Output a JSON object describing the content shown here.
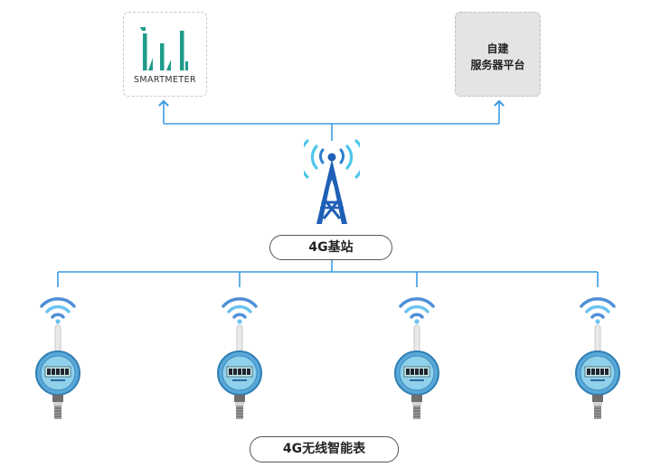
{
  "colors": {
    "line": "#3d9be0",
    "wifi_outer": "#4f8fd8",
    "wifi_inner": "#6cc3ef",
    "logo_green": "#1f9b8a",
    "tower_blue": "#1f5fb7",
    "signal_cyan": "#4fc6ea"
  },
  "nodes": {
    "smartmeter": {
      "label": "SMARTMETER",
      "icon": "smartmeter-logo-icon"
    },
    "server": {
      "line1": "自建",
      "line2": "服务器平台"
    },
    "station": {
      "label": "4G基站",
      "icon": "cell-tower-icon"
    },
    "meters": {
      "label": "4G无线智能表",
      "count_icons": [
        "pressure-gauge-icon",
        "pressure-gauge-icon",
        "pressure-gauge-icon",
        "pressure-gauge-icon"
      ],
      "signal_icon": "wifi-signal-icon"
    }
  }
}
